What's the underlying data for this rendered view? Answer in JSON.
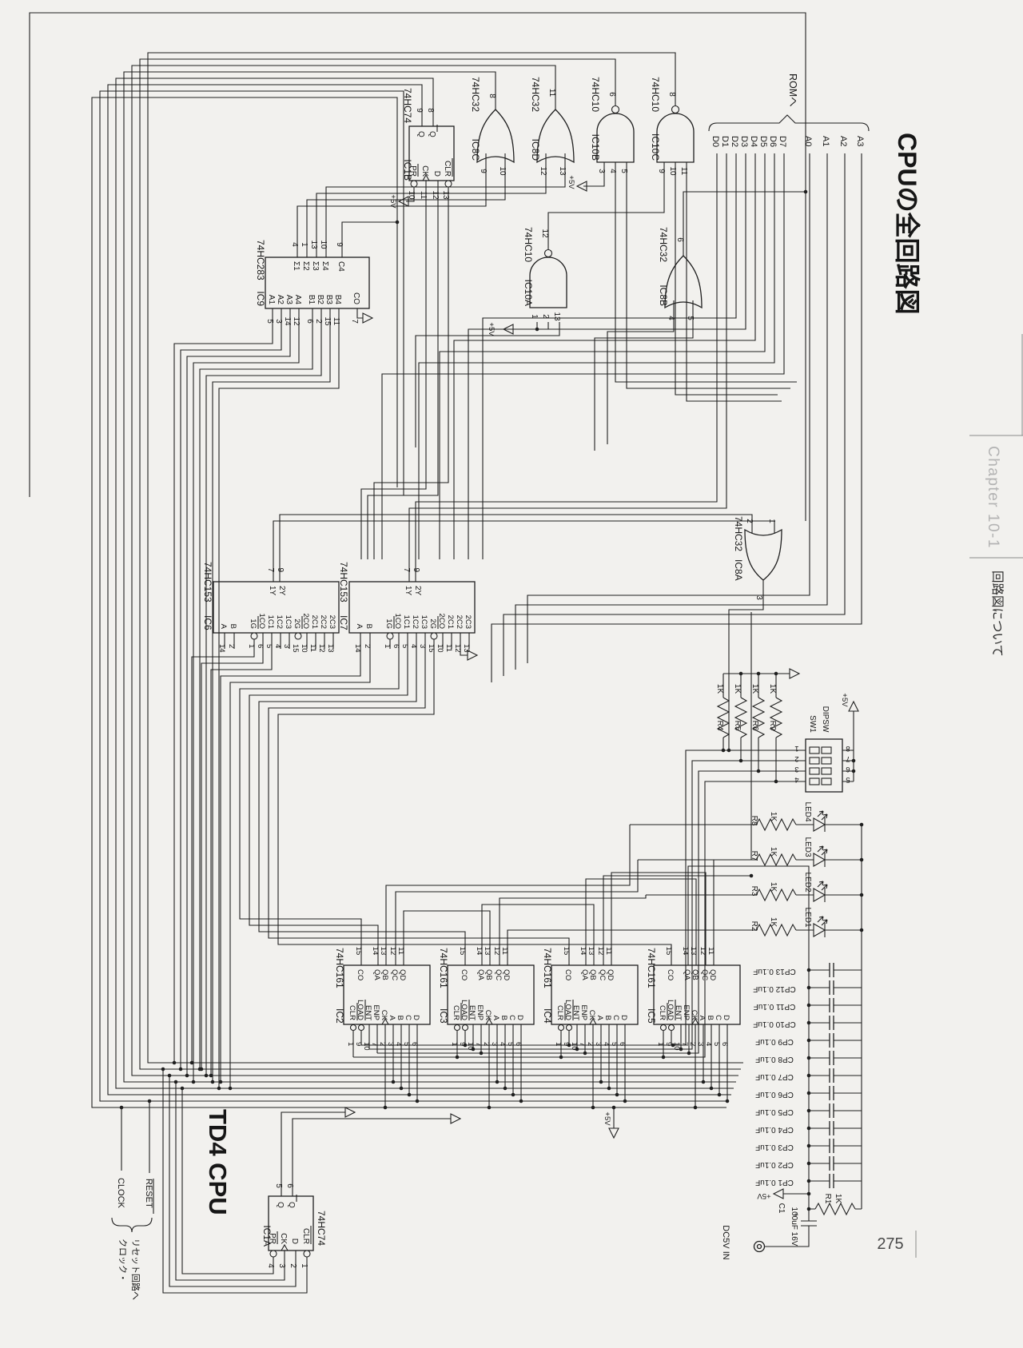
{
  "header": {
    "title": "CPUの全回路図",
    "rom_label": "ROMへ",
    "chapter": "Chapter 10-1",
    "section": "回路図について",
    "page_number": "275"
  },
  "footer": {
    "clock": "CLOCK",
    "reset": "RESET",
    "note_line1": "クロック・",
    "note_line2": "リセット回路へ",
    "cpu_name": "TD4 CPU"
  },
  "power": {
    "plus5v": "+5V",
    "dc_in": "DC5V IN"
  },
  "buses": {
    "data": [
      "D0",
      "D1",
      "D2",
      "D3",
      "D4",
      "D5",
      "D6",
      "D7"
    ],
    "address": [
      "A0",
      "A1",
      "A2",
      "A3"
    ]
  },
  "ic1a": {
    "ref": "IC1A",
    "part": "74HC74",
    "bottom_names": [
      "PR",
      "CK",
      "D",
      "CLR"
    ],
    "bottom_pins": [
      "4",
      "3",
      "2",
      "1"
    ],
    "top_names": [
      "Q",
      "Q"
    ],
    "top_pins": [
      "5",
      "6"
    ]
  },
  "ic1b": {
    "ref": "IC1B",
    "part": "74HC74",
    "bottom_names": [
      "PR",
      "CK",
      "D",
      "CLR"
    ],
    "bottom_pins": [
      "10",
      "11",
      "12",
      "13"
    ],
    "top_names": [
      "Q",
      "Q"
    ],
    "top_pins": [
      "9",
      "8"
    ]
  },
  "ic9": {
    "ref": "IC9",
    "part": "74HC283",
    "top_names": [
      "Σ1",
      "Σ2",
      "Σ3",
      "Σ4",
      "C4"
    ],
    "top_pins": [
      "4",
      "1",
      "13",
      "10",
      "9"
    ],
    "bottom_names": [
      "A1",
      "A2",
      "A3",
      "A4",
      "B1",
      "B2",
      "B3",
      "B4",
      "CO"
    ],
    "bottom_pins": [
      "5",
      "3",
      "14",
      "12",
      "6",
      "2",
      "15",
      "11",
      "7"
    ]
  },
  "mux": {
    "part": "74HC153",
    "top_names": [
      "1Y",
      "2Y"
    ],
    "top_pins": [
      "7",
      "9"
    ],
    "bottom_names": [
      "A",
      "B",
      "1G",
      "1CO",
      "1C1",
      "1C2",
      "1C3",
      "2G",
      "2CO",
      "2C1",
      "2C2",
      "2C3"
    ],
    "bottom_pins": [
      "14",
      "2",
      "1",
      "6",
      "5",
      "4",
      "3",
      "15",
      "10",
      "11",
      "12",
      "13"
    ],
    "ic6_ref": "IC6",
    "ic7_ref": "IC7"
  },
  "counters": {
    "part": "74HC161",
    "refs": [
      "IC2",
      "IC3",
      "IC4",
      "IC5"
    ],
    "top_names": [
      "CO",
      "QA",
      "QB",
      "QC",
      "QD"
    ],
    "top_pins": [
      "15",
      "14",
      "13",
      "12",
      "11"
    ],
    "bottom_names": [
      "CLR",
      "LOAD",
      "ENT",
      "ENP",
      "CK",
      "A",
      "B",
      "C",
      "D"
    ],
    "bottom_pins": [
      "1",
      "9",
      "10",
      "7",
      "2",
      "3",
      "4",
      "5",
      "6"
    ]
  },
  "gates": {
    "ic8c": {
      "ref": "IC8C",
      "part": "74HC32",
      "out": "8",
      "in": [
        "9",
        "10"
      ]
    },
    "ic8d": {
      "ref": "IC8D",
      "part": "74HC32",
      "out": "11",
      "in": [
        "12",
        "13"
      ]
    },
    "ic10b": {
      "ref": "IC10B",
      "part": "74HC10",
      "out": "6",
      "in": [
        "3",
        "4",
        "5"
      ]
    },
    "ic10c": {
      "ref": "IC10C",
      "part": "74HC10",
      "out": "8",
      "in": [
        "9",
        "10",
        "11"
      ]
    },
    "ic10a": {
      "ref": "IC10A",
      "part": "74HC10",
      "out": "12",
      "in": [
        "1",
        "2",
        "13"
      ]
    },
    "ic8b": {
      "ref": "IC8B",
      "part": "74HC32",
      "out": "6",
      "in": [
        "4",
        "5"
      ]
    },
    "ic8a": {
      "ref": "IC8A",
      "part": "74HC32",
      "out": "3",
      "in": [
        "2",
        "1"
      ]
    }
  },
  "pullups": {
    "refs": [
      "R4",
      "R5",
      "R6",
      "R9"
    ],
    "values": [
      "1K",
      "1K",
      "1K",
      "1K"
    ]
  },
  "dipsw": {
    "ref": "SW1",
    "label": "DIPSW",
    "left_pins": [
      "1",
      "2",
      "3",
      "4"
    ],
    "right_pins": [
      "8",
      "7",
      "6",
      "5"
    ]
  },
  "led_rows": {
    "res": [
      "R8",
      "R7",
      "R3",
      "R2"
    ],
    "vals": [
      "1K",
      "1K",
      "1K",
      "1K"
    ],
    "leds": [
      "LED4",
      "LED3",
      "LED2",
      "LED1"
    ]
  },
  "caps": {
    "value": "0.1uF",
    "labels": [
      "CP13 0.1uF",
      "CP12 0.1uF",
      "CP11 0.1uF",
      "CP10 0.1uF",
      "CP9 0.1uF",
      "CP8 0.1uF",
      "CP7 0.1uF",
      "CP6 0.1uF",
      "CP5 0.1uF",
      "CP4 0.1uF",
      "CP3 0.1uF",
      "CP2 0.1uF",
      "CP1 0.1uF"
    ]
  },
  "c1": {
    "ref": "C1",
    "value": "100uF 16V",
    "plus": "+"
  },
  "r1": {
    "ref": "R1",
    "value": "1K"
  }
}
